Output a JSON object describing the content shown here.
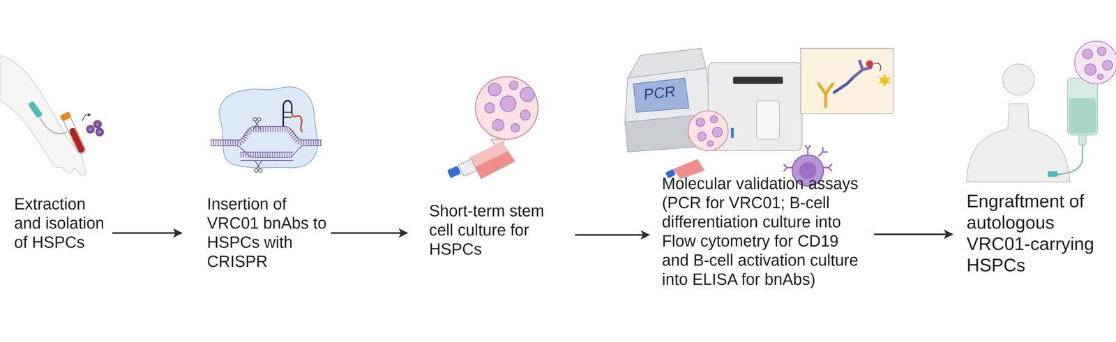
{
  "diagram": {
    "nodes": [
      {
        "text": [
          "Extraction and isolation of HSPCs"
        ]
      },
      {
        "text": [
          "Insertion of VRC01 bnAbs to HSPCs with CRISPR"
        ]
      },
      {
        "text": [
          "Short-term stem cell culture for HSPCs"
        ]
      },
      {
        "text": [
          "Molecular validation assays (PCR for VRC01; B-cell differentiation culture into Flow cytometry for CD19 and B-cell activation culture into ELISA for bnAbs)"
        ]
      },
      {
        "text": [
          "Engraftment of autologous VRC01-carrying HSPCs"
        ]
      }
    ],
    "edges": [
      {
        "from": 0,
        "to": 1,
        "arrow": "to"
      },
      {
        "from": 1,
        "to": 2,
        "arrow": "to"
      },
      {
        "from": 2,
        "to": 3,
        "arrow": "to"
      },
      {
        "from": 3,
        "to": 4,
        "arrow": "to"
      }
    ],
    "labels": [
      "PCR"
    ]
  }
}
